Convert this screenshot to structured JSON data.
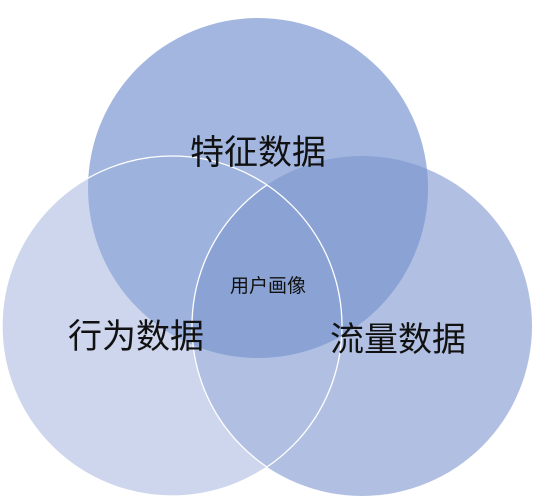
{
  "diagram": {
    "type": "venn",
    "sets": [
      {
        "id": "top",
        "label": "特征数据"
      },
      {
        "id": "left",
        "label": "行为数据"
      },
      {
        "id": "right",
        "label": "流量数据"
      }
    ],
    "intersection_label": "用户画像",
    "colors": {
      "background": "#ffffff",
      "circle_top": "#98aedb",
      "circle_left": "#cdd6ec",
      "circle_right": "#b1c0e2",
      "top_right_overlap": "#8aa2d4",
      "outline": "#ffffff",
      "text": "#111111"
    }
  }
}
